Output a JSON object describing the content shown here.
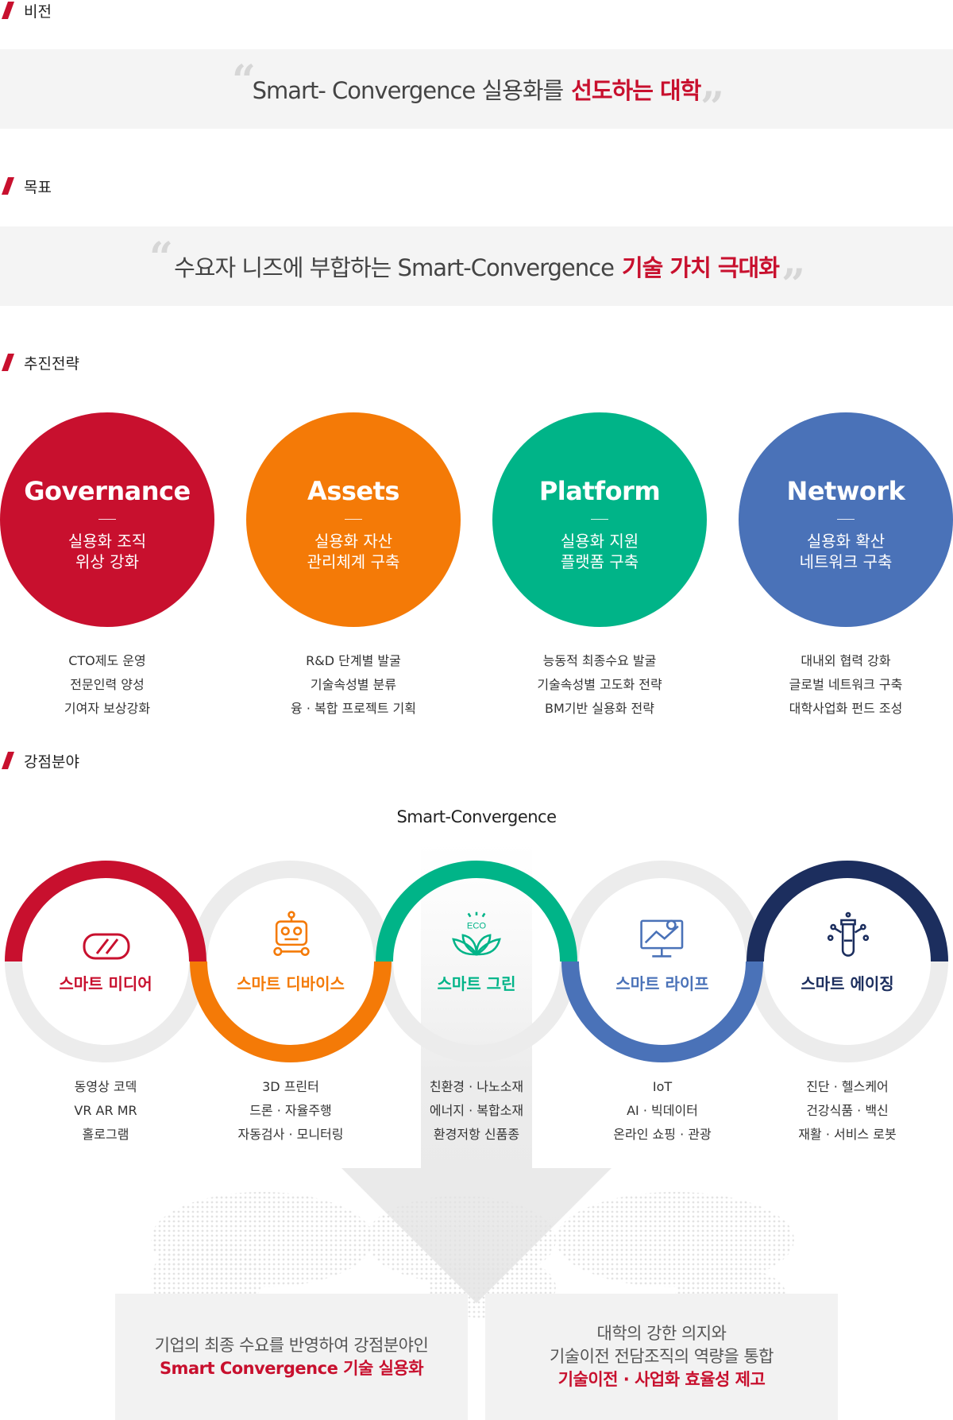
{
  "sections": {
    "vision": "비전",
    "goal": "목표",
    "strategy": "추진전략",
    "strength": "강점분야"
  },
  "vision": {
    "text": "Smart- Convergence 실용화를",
    "highlight": "선도하는 대학"
  },
  "goal": {
    "text": "수요자 니즈에 부합하는 Smart-Convergence",
    "highlight": "기술 가치 극대화"
  },
  "strategies": [
    {
      "name": "Governance",
      "desc1": "실용화 조직",
      "desc2": "위상 강화",
      "items": [
        "CTO제도 운영",
        "전문인력 양성",
        "기여자 보상강화"
      ],
      "color": "#c8102e"
    },
    {
      "name": "Assets",
      "desc1": "실용화 자산",
      "desc2": "관리체계 구축",
      "items": [
        "R&D 단계별 발굴",
        "기술속성별 분류",
        "융 · 복합 프로젝트 기획"
      ],
      "color": "#f47a07"
    },
    {
      "name": "Platform",
      "desc1": "실용화 지원",
      "desc2": "플랫폼 구축",
      "items": [
        "능동적 최종수요 발굴",
        "기술속성별 고도화 전략",
        "BM기반 실용화 전략"
      ],
      "color": "#00b488"
    },
    {
      "name": "Network",
      "desc1": "실용화 확산",
      "desc2": "네트워크 구축",
      "items": [
        "대내외 협력 강화",
        "글로벌 네트워크 구축",
        "대학사업화 펀드 조성"
      ],
      "color": "#4a72b8"
    }
  ],
  "smart_convergence_title": "Smart-Convergence",
  "fields": [
    {
      "name": "스마트 미디어",
      "icon": "vr-headset-icon",
      "items": [
        "동영상 코덱",
        "VR AR MR",
        "홀로그램"
      ],
      "color": "#c8102e"
    },
    {
      "name": "스마트 디바이스",
      "icon": "robot-icon",
      "items": [
        "3D 프린터",
        "드론 · 자율주행",
        "자동검사 · 모니터링"
      ],
      "color": "#f47a07"
    },
    {
      "name": "스마트 그린",
      "icon": "eco-leaf-icon",
      "icon_text": "ECO",
      "items": [
        "친환경 · 나노소재",
        "에너지 · 복합소재",
        "환경저항 신품종"
      ],
      "color": "#00b488"
    },
    {
      "name": "스마트 라이프",
      "icon": "map-monitor-icon",
      "items": [
        "IoT",
        "AI · 빅데이터",
        "온라인 쇼핑 · 관광"
      ],
      "color": "#4a72b8"
    },
    {
      "name": "스마트 에이징",
      "icon": "test-tube-icon",
      "items": [
        "진단 · 헬스케어",
        "건강식품 · 백신",
        "재활 · 서비스 로봇"
      ],
      "color": "#1c2e5e"
    }
  ],
  "boxes": [
    {
      "line1": "기업의 최종 수요를 반영하여 강점분야인",
      "highlight": "Smart Convergence 기술 실용화"
    },
    {
      "line1": "대학의 강한 의지와",
      "line2": "기술이전 전담조직의 역량을 통합",
      "highlight": "기술이전 · 사업화 효율성 제고"
    }
  ]
}
